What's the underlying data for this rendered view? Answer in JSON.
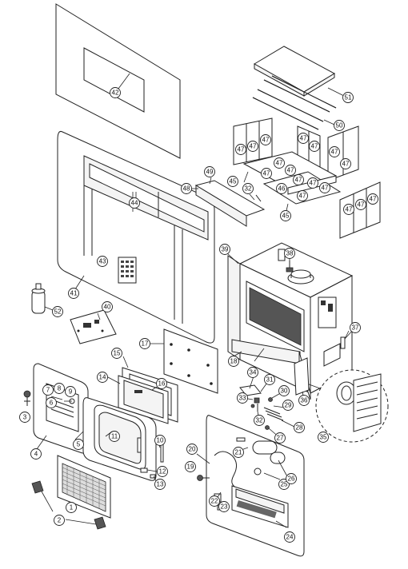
{
  "diagram": {
    "callouts": [
      {
        "id": "c1",
        "text": "1"
      },
      {
        "id": "c2",
        "text": "2"
      },
      {
        "id": "c3",
        "text": "3"
      },
      {
        "id": "c4",
        "text": "4"
      },
      {
        "id": "c5",
        "text": "5"
      },
      {
        "id": "c6",
        "text": "6"
      },
      {
        "id": "c7",
        "text": "7"
      },
      {
        "id": "c8",
        "text": "8"
      },
      {
        "id": "c9",
        "text": "9"
      },
      {
        "id": "c10",
        "text": "10"
      },
      {
        "id": "c11",
        "text": "11"
      },
      {
        "id": "c12",
        "text": "12"
      },
      {
        "id": "c13",
        "text": "13"
      },
      {
        "id": "c14",
        "text": "14"
      },
      {
        "id": "c15",
        "text": "15"
      },
      {
        "id": "c16",
        "text": "16"
      },
      {
        "id": "c17",
        "text": "17"
      },
      {
        "id": "c18",
        "text": "18"
      },
      {
        "id": "c19",
        "text": "19"
      },
      {
        "id": "c20",
        "text": "20"
      },
      {
        "id": "c21",
        "text": "21"
      },
      {
        "id": "c22",
        "text": "22"
      },
      {
        "id": "c23",
        "text": "23"
      },
      {
        "id": "c24",
        "text": "24"
      },
      {
        "id": "c25",
        "text": "25"
      },
      {
        "id": "c26",
        "text": "26"
      },
      {
        "id": "c27",
        "text": "27"
      },
      {
        "id": "c28",
        "text": "28"
      },
      {
        "id": "c29",
        "text": "29"
      },
      {
        "id": "c30",
        "text": "30"
      },
      {
        "id": "c31",
        "text": "31"
      },
      {
        "id": "c32a",
        "text": "32"
      },
      {
        "id": "c32b",
        "text": "32"
      },
      {
        "id": "c33",
        "text": "33"
      },
      {
        "id": "c34",
        "text": "34"
      },
      {
        "id": "c35",
        "text": "35"
      },
      {
        "id": "c36",
        "text": "36"
      },
      {
        "id": "c37",
        "text": "37"
      },
      {
        "id": "c38",
        "text": "38"
      },
      {
        "id": "c39",
        "text": "39"
      },
      {
        "id": "c40",
        "text": "40"
      },
      {
        "id": "c41",
        "text": "41"
      },
      {
        "id": "c42",
        "text": "42"
      },
      {
        "id": "c43",
        "text": "43"
      },
      {
        "id": "c44",
        "text": "44"
      },
      {
        "id": "c45a",
        "text": "45"
      },
      {
        "id": "c45b",
        "text": "45"
      },
      {
        "id": "c46",
        "text": "46"
      },
      {
        "id": "c47a",
        "text": "47"
      },
      {
        "id": "c47b",
        "text": "47"
      },
      {
        "id": "c47c",
        "text": "47"
      },
      {
        "id": "c47d",
        "text": "47"
      },
      {
        "id": "c47e",
        "text": "47"
      },
      {
        "id": "c47f",
        "text": "47"
      },
      {
        "id": "c47g",
        "text": "47"
      },
      {
        "id": "c47h",
        "text": "47"
      },
      {
        "id": "c47i",
        "text": "47"
      },
      {
        "id": "c47j",
        "text": "47"
      },
      {
        "id": "c47k",
        "text": "47"
      },
      {
        "id": "c47l",
        "text": "47"
      },
      {
        "id": "c47m",
        "text": "47"
      },
      {
        "id": "c47n",
        "text": "47"
      },
      {
        "id": "c47o",
        "text": "47"
      },
      {
        "id": "c47p",
        "text": "47"
      },
      {
        "id": "c47q",
        "text": "47"
      },
      {
        "id": "c48",
        "text": "48"
      },
      {
        "id": "c49",
        "text": "49"
      },
      {
        "id": "c50",
        "text": "50"
      },
      {
        "id": "c51",
        "text": "51"
      },
      {
        "id": "c52",
        "text": "52"
      }
    ]
  }
}
